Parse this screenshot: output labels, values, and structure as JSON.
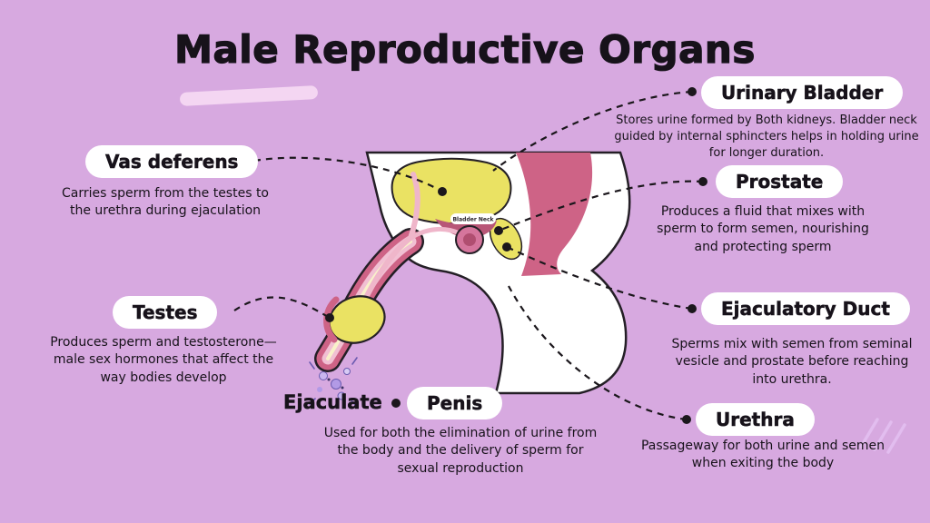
{
  "title": "Male Reproductive Organs",
  "colors": {
    "background": "#d7a9e0",
    "pill": "#ffffff",
    "text": "#17121a",
    "organ_yellow": "#eae263",
    "organ_rose": "#ce6386",
    "body_white": "#ffffff",
    "ejaculate_purple": "#b29ae6",
    "brush_pink": "#f4d6f2"
  },
  "callouts": {
    "urinary_bladder": {
      "label": "Urinary Bladder",
      "desc": "Stores urine formed by Both kidneys. Bladder neck guided by internal sphincters helps in holding urine for longer duration."
    },
    "vas_deferens": {
      "label": "Vas deferens",
      "desc": "Carries sperm from the testes to the urethra during ejaculation"
    },
    "prostate": {
      "label": "Prostate",
      "desc": "Produces a fluid that mixes with sperm to form semen, nourishing and protecting sperm"
    },
    "testes": {
      "label": "Testes",
      "desc": "Produces sperm and testosterone—male sex hormones that affect the way bodies develop"
    },
    "ejaculatory_duct": {
      "label": "Ejaculatory Duct",
      "desc": "Sperms mix with semen from seminal vesicle and prostate before reaching into urethra."
    },
    "penis": {
      "label": "Penis",
      "desc": "Used for both the elimination of urine from the body and the delivery of sperm for sexual reproduction"
    },
    "urethra": {
      "label": "Urethra",
      "desc": "Passageway for both urine and semen when exiting the body"
    },
    "ejaculate": {
      "label": "Ejaculate"
    }
  },
  "diagram": {
    "bladder_neck_label": "Bladder Neck"
  }
}
